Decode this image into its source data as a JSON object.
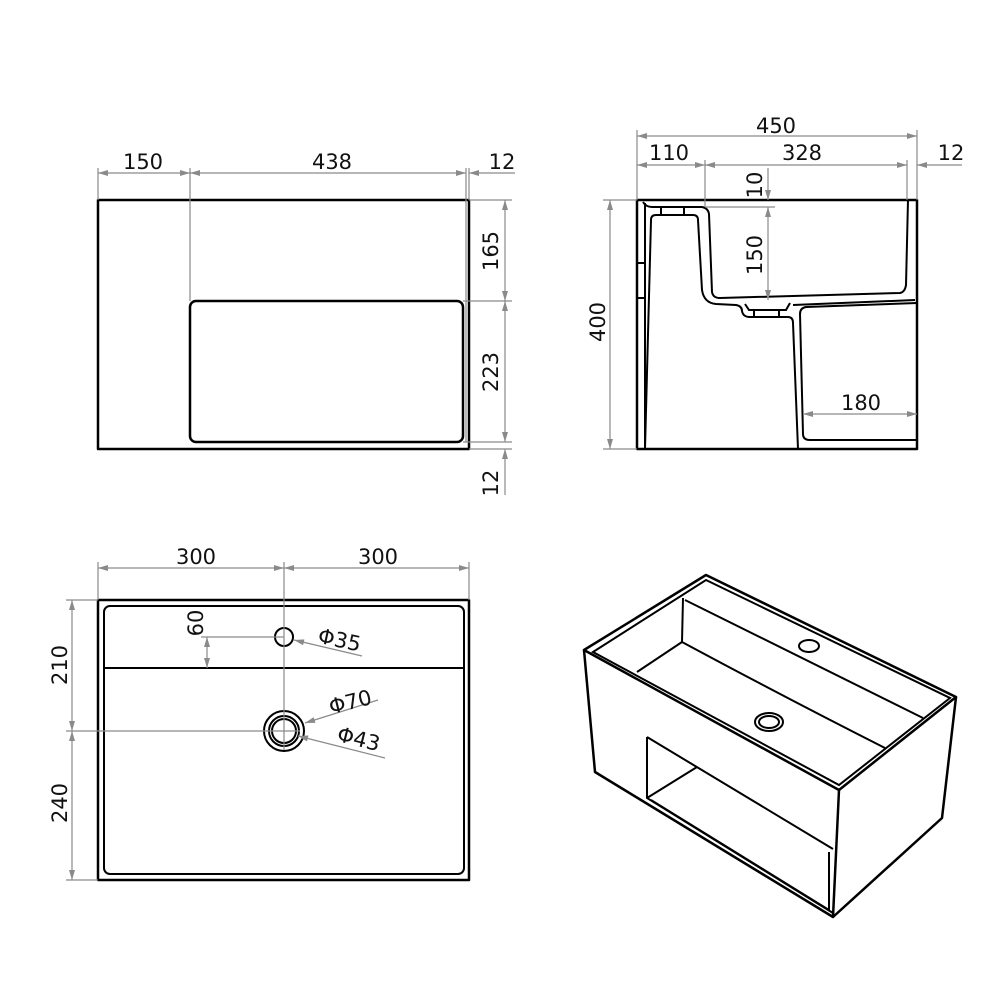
{
  "front_view": {
    "dims": {
      "left_margin": "150",
      "opening_width": "438",
      "right_wall": "12",
      "top_height": "165",
      "opening_height": "223",
      "bottom_wall": "12"
    }
  },
  "side_view": {
    "dims": {
      "total_depth": "450",
      "back_part": "110",
      "basin_depth": "328",
      "front_wall": "12",
      "rim": "10",
      "basin_height": "150",
      "total_height": "400",
      "shelf_depth": "180"
    }
  },
  "top_view": {
    "dims": {
      "left_half": "300",
      "right_half": "300",
      "tap_offset": "60",
      "back_to_drain": "210",
      "drain_to_front": "240",
      "tap_hole": "Φ35",
      "drain_outer": "Φ70",
      "drain_inner": "Φ43"
    }
  },
  "colors": {
    "outline": "#000000",
    "dimension": "#8a8a8a"
  }
}
